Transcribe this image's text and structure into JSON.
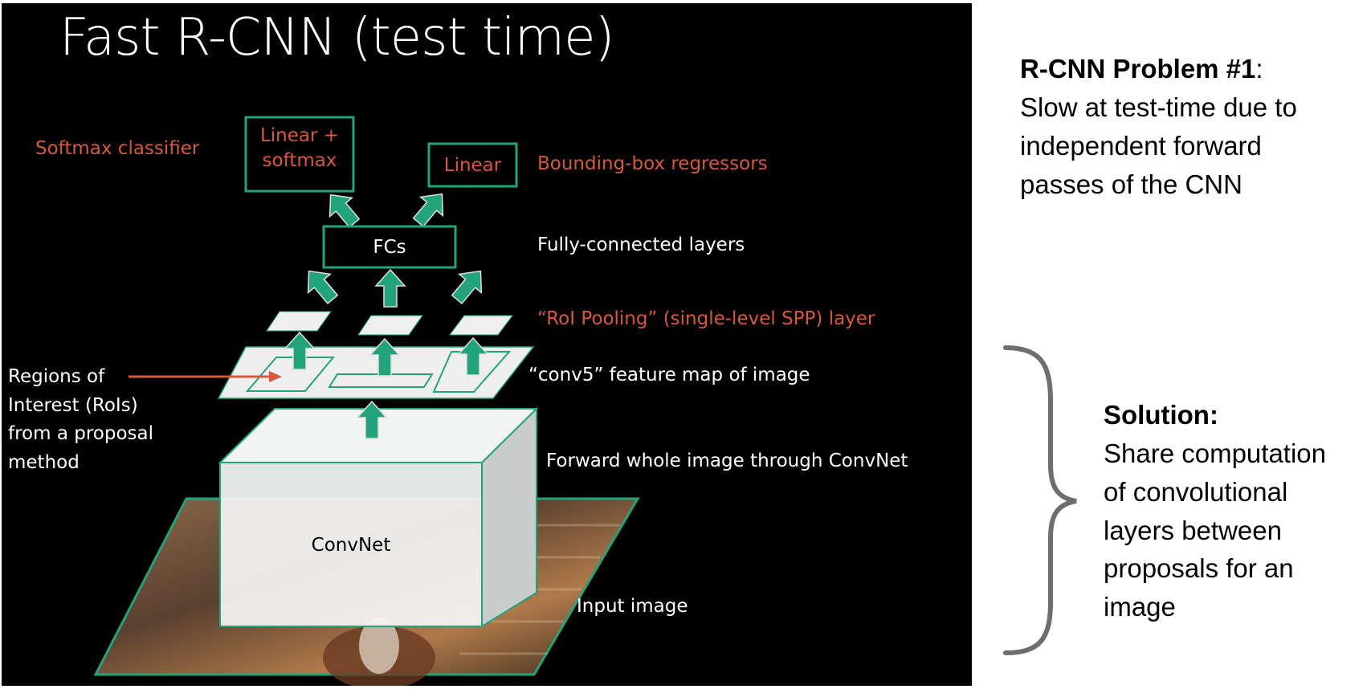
{
  "slide": {
    "title": "Fast R-CNN (test time)",
    "labels": {
      "softmax_classifier": "Softmax classifier",
      "bbox_regressors": "Bounding-box  regressors",
      "fc_layers": "Fully-connected layers",
      "roi_pooling": "“RoI Pooling”  (single-level SPP) layer",
      "conv5": "“conv5” feature map of image",
      "forward": "Forward whole image through ConvNet",
      "input_image": "Input image"
    },
    "boxes": {
      "linear_softmax_line1": "Linear +",
      "linear_softmax_line2": "softmax",
      "linear": "Linear",
      "fcs": "FCs",
      "convnet": "ConvNet"
    },
    "roi_label": [
      "Regions of",
      "Interest (RoIs)",
      "from a proposal",
      "method"
    ],
    "colors": {
      "accent_green": "#23a37c",
      "label_red": "#d9573a",
      "background": "#000000"
    }
  },
  "side": {
    "problem": {
      "heading": "R-CNN Problem #1",
      "colon": ":",
      "lines": [
        "Slow at test-time due to",
        "independent forward",
        "passes of the CNN"
      ]
    },
    "solution": {
      "heading": "Solution:",
      "lines": [
        "Share computation",
        "of convolutional",
        "layers between",
        "proposals for an",
        "image"
      ]
    }
  }
}
